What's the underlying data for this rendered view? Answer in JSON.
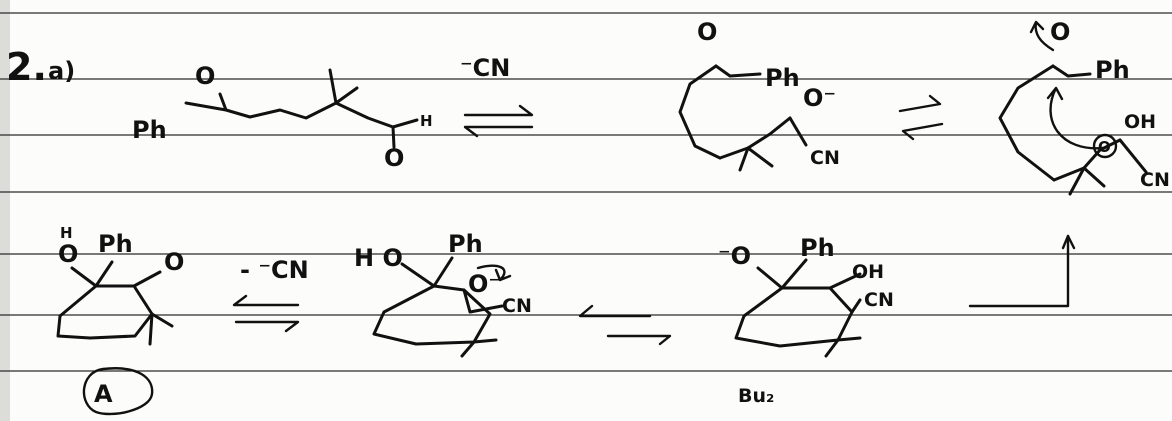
{
  "colors": {
    "paper": "#fcfcfa",
    "ink": "#111111",
    "rule_line": "#2b2b2b",
    "margin": "#dcdcd8"
  },
  "problem": {
    "number": "2.",
    "part": "a)"
  },
  "row1": {
    "substrate": {
      "o_top": "O",
      "o_bottom": "O",
      "ph": "Ph",
      "h": "H"
    },
    "reagent_cn": "⁻CN",
    "intermediate1": {
      "o_top": "O",
      "ph": "Ph",
      "o_minus": "O⁻",
      "cn": "CN"
    },
    "intermediate2": {
      "o_top": "O",
      "ph": "Ph",
      "oh": "OH",
      "o_circled": "O",
      "cn": "CN"
    }
  },
  "row2": {
    "product": {
      "h": "H",
      "o": "O",
      "ph": "Ph",
      "o_ketone": "O",
      "label": "A"
    },
    "loss_cn": "- ⁻CN",
    "intermediate4": {
      "ho": "H O",
      "ph": "Ph",
      "o_minus": "O⁻",
      "cn": "CN"
    },
    "intermediate3": {
      "o_minus": "⁻O",
      "ph": "Ph",
      "oh": "OH",
      "cn": "CN"
    },
    "next_note": "Bu₂"
  }
}
